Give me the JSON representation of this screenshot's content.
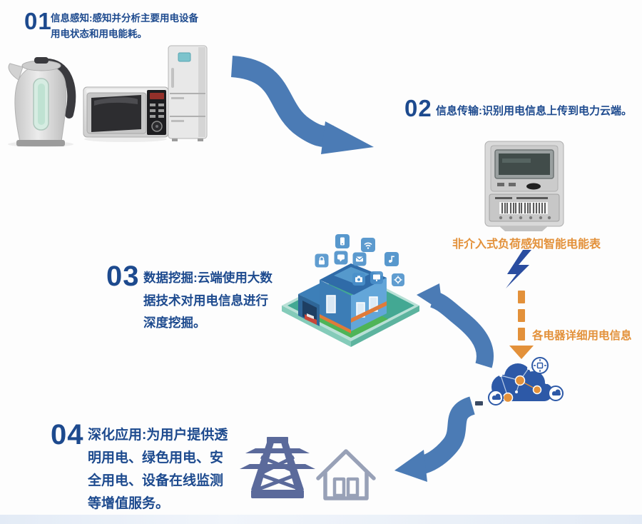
{
  "steps": [
    {
      "number": "01",
      "lines": [
        "信息感知:感知并分析主要用电设备",
        "用电状态和用电能耗。"
      ]
    },
    {
      "number": "02",
      "lines": [
        "信息传输:识别用电信息上传到电力云端。"
      ]
    },
    {
      "number": "03",
      "lines": [
        "数据挖掘:云端使用大数",
        "据技术对用电信息进行",
        "深度挖掘。"
      ]
    },
    {
      "number": "04",
      "lines": [
        "深化应用:为用户提供透",
        "明用电、绿色用电、安",
        "全用电、设备在线监测",
        "等增值服务。"
      ]
    }
  ],
  "captions": {
    "meter": "非介入式负荷感知智能电能表",
    "cloud_feed": "各电器详细用电信息"
  },
  "colors": {
    "step_navy": "#1d4a8e",
    "arrow_blue": "#4b7bb5",
    "accent_orange": "#e3913a",
    "lightning_blue": "#2a4da0",
    "cloud_blue": "#2d59a7",
    "tower_blue_gray": "#5b6a9b",
    "house_outline_gray": "#98a1b7"
  },
  "icons": {
    "appliances": [
      "electric-kettle-icon",
      "microwave-icon",
      "refrigerator-icon"
    ],
    "meter": "smart-meter-icon",
    "lightning": "lightning-bolt-icon",
    "data_flow": "dashed-down-arrow-icon",
    "cloud": "cloud-computing-icon",
    "smart_home": "smart-home-illustration",
    "applications": [
      "transmission-tower-icon",
      "house-outline-icon"
    ],
    "flow_arrows": [
      "arrow-step1-to-step2",
      "arrow-cloud-to-step3",
      "arrow-cloud-to-step4"
    ]
  }
}
